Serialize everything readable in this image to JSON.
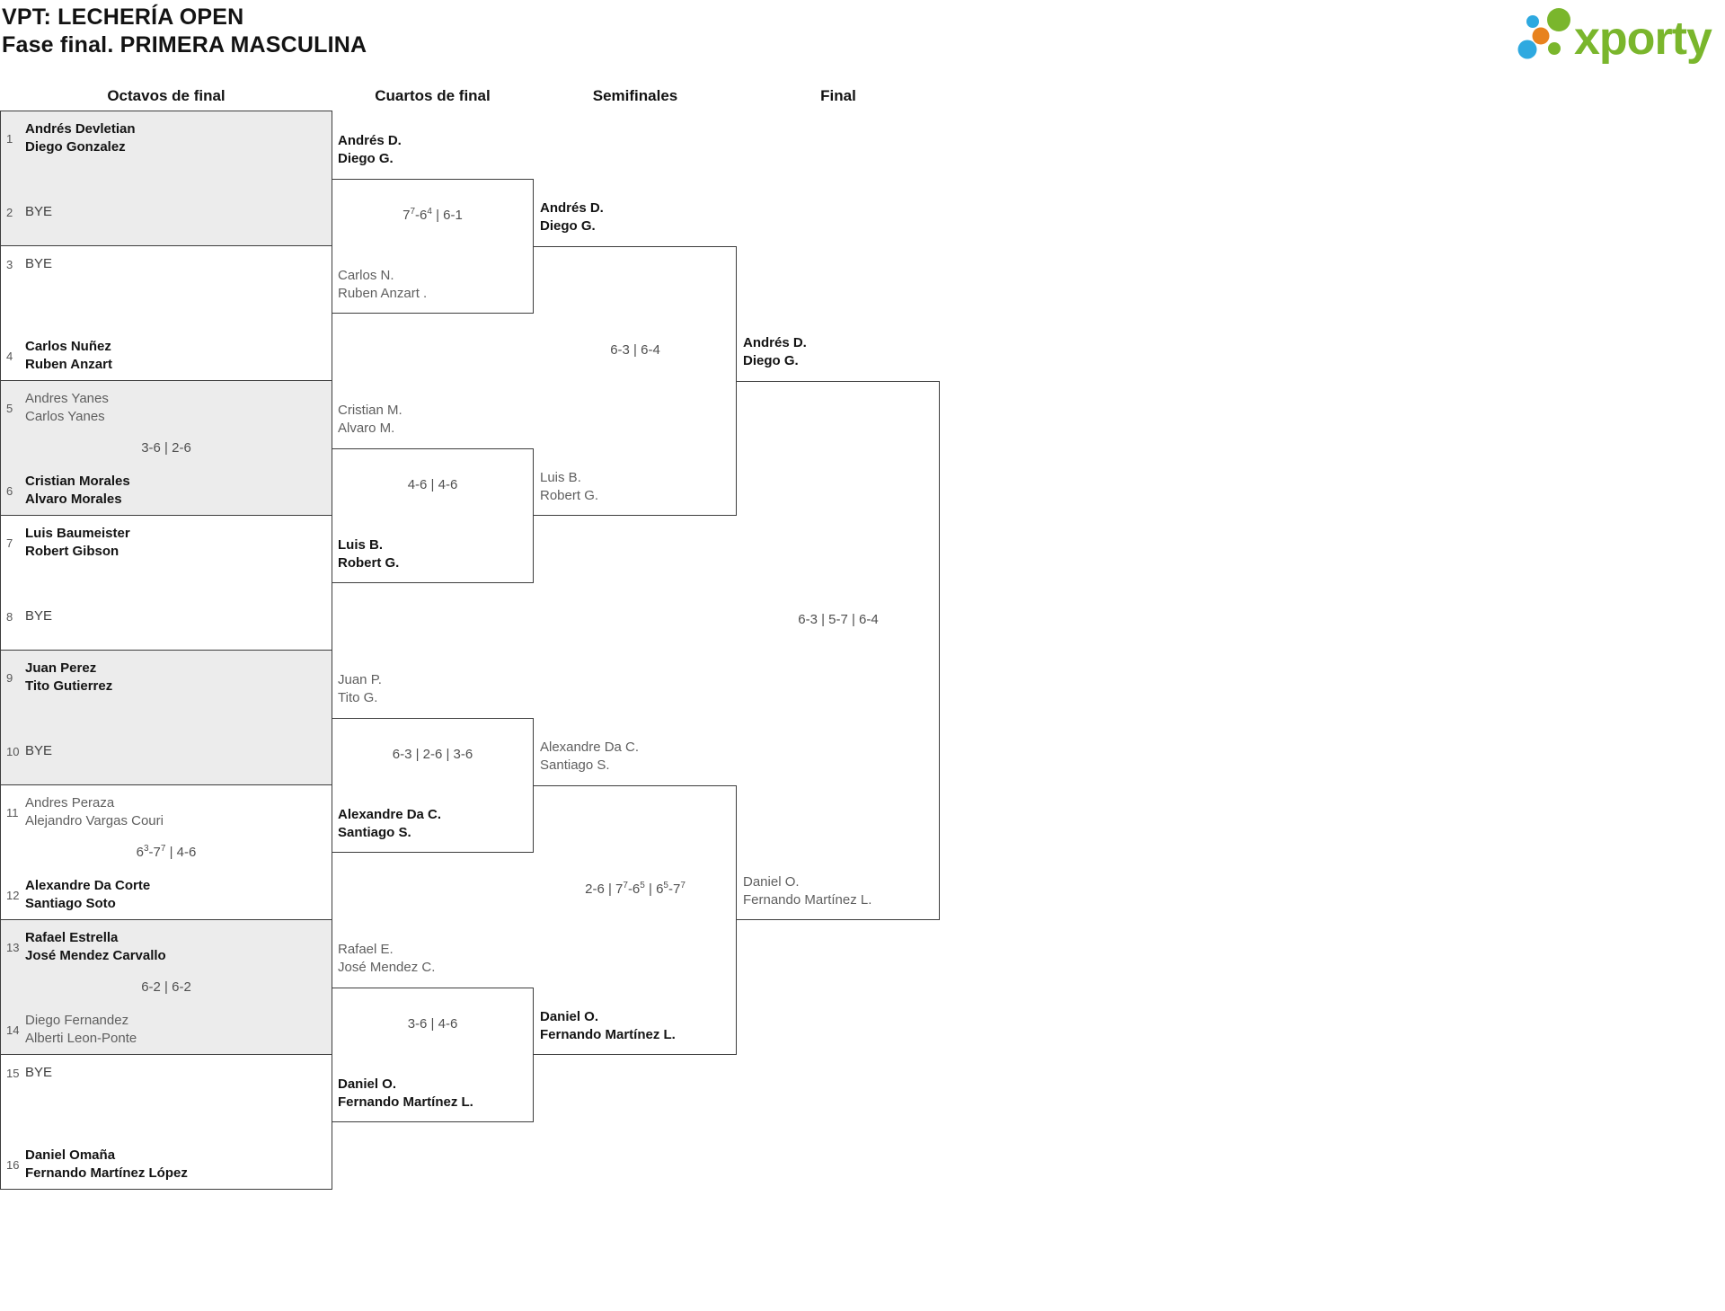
{
  "title": {
    "line1": "VPT: LECHERÍA OPEN",
    "line2": "Fase final. PRIMERA MASCULINA"
  },
  "logo": {
    "text": "xporty",
    "green": "#7ab62c",
    "blue": "#2ea9e0",
    "orange": "#e8821e"
  },
  "round_headers": [
    "Octavos de final",
    "Cuartos de final",
    "Semifinales",
    "Final"
  ],
  "colors": {
    "box_gray": "#ececec",
    "border": "#3d3d3d",
    "winner": "#141414",
    "loser": "#5f5f5f",
    "bye": "#3f3f3f",
    "seed": "#565656",
    "score": "#4f4f4f"
  },
  "rounds": {
    "r16": [
      {
        "score": null,
        "entrants": [
          {
            "seed": "1",
            "lines": [
              "Andrés Devletian",
              "Diego Gonzalez"
            ],
            "style": "winner"
          },
          {
            "seed": "2",
            "lines": [
              "BYE"
            ],
            "style": "bye"
          }
        ]
      },
      {
        "score": null,
        "entrants": [
          {
            "seed": "3",
            "lines": [
              "BYE"
            ],
            "style": "bye"
          },
          {
            "seed": "4",
            "lines": [
              "Carlos Nuñez",
              "Ruben Anzart"
            ],
            "style": "winner"
          }
        ]
      },
      {
        "score": "3-6 | 2-6",
        "entrants": [
          {
            "seed": "5",
            "lines": [
              "Andres Yanes",
              "Carlos Yanes"
            ],
            "style": "loser"
          },
          {
            "seed": "6",
            "lines": [
              "Cristian Morales",
              "Alvaro Morales"
            ],
            "style": "winner"
          }
        ]
      },
      {
        "score": null,
        "entrants": [
          {
            "seed": "7",
            "lines": [
              "Luis Baumeister",
              "Robert Gibson"
            ],
            "style": "winner"
          },
          {
            "seed": "8",
            "lines": [
              "BYE"
            ],
            "style": "bye"
          }
        ]
      },
      {
        "score": null,
        "entrants": [
          {
            "seed": "9",
            "lines": [
              "Juan Perez",
              "Tito Gutierrez"
            ],
            "style": "winner"
          },
          {
            "seed": "10",
            "lines": [
              "BYE"
            ],
            "style": "bye"
          }
        ]
      },
      {
        "score": "6^3-7^7 | 4-6",
        "entrants": [
          {
            "seed": "11",
            "lines": [
              "Andres Peraza",
              "Alejandro Vargas Couri"
            ],
            "style": "loser"
          },
          {
            "seed": "12",
            "lines": [
              "Alexandre Da Corte",
              "Santiago Soto"
            ],
            "style": "winner"
          }
        ]
      },
      {
        "score": "6-2 | 6-2",
        "entrants": [
          {
            "seed": "13",
            "lines": [
              "Rafael Estrella",
              "José Mendez Carvallo"
            ],
            "style": "winner"
          },
          {
            "seed": "14",
            "lines": [
              "Diego Fernandez",
              "Alberti Leon-Ponte"
            ],
            "style": "loser"
          }
        ]
      },
      {
        "score": null,
        "entrants": [
          {
            "seed": "15",
            "lines": [
              "BYE"
            ],
            "style": "bye"
          },
          {
            "seed": "16",
            "lines": [
              "Daniel Omaña",
              "Fernando Martínez López"
            ],
            "style": "winner"
          }
        ]
      }
    ],
    "qf": [
      {
        "score": "7^7-6^4 | 6-1",
        "entrants": [
          {
            "lines": [
              "Andrés D.",
              "Diego G."
            ],
            "style": "winner"
          },
          {
            "lines": [
              "Carlos N.",
              "Ruben Anzart ."
            ],
            "style": "loser"
          }
        ]
      },
      {
        "score": "4-6 | 4-6",
        "entrants": [
          {
            "lines": [
              "Cristian M.",
              "Alvaro M."
            ],
            "style": "loser"
          },
          {
            "lines": [
              "Luis B.",
              "Robert G."
            ],
            "style": "winner"
          }
        ]
      },
      {
        "score": "6-3 | 2-6 | 3-6",
        "entrants": [
          {
            "lines": [
              "Juan P.",
              "Tito G."
            ],
            "style": "loser"
          },
          {
            "lines": [
              "Alexandre Da C.",
              "Santiago S."
            ],
            "style": "winner"
          }
        ]
      },
      {
        "score": "3-6 | 4-6",
        "entrants": [
          {
            "lines": [
              "Rafael E.",
              "José Mendez C."
            ],
            "style": "loser"
          },
          {
            "lines": [
              "Daniel O.",
              "Fernando Martínez L."
            ],
            "style": "winner"
          }
        ]
      }
    ],
    "sf": [
      {
        "score": "6-3 | 6-4",
        "entrants": [
          {
            "lines": [
              "Andrés D.",
              "Diego G."
            ],
            "style": "winner"
          },
          {
            "lines": [
              "Luis B.",
              "Robert G."
            ],
            "style": "loser"
          }
        ]
      },
      {
        "score": "2-6 | 7^7-6^5 | 6^5-7^7",
        "entrants": [
          {
            "lines": [
              "Alexandre Da C.",
              "Santiago S."
            ],
            "style": "loser"
          },
          {
            "lines": [
              "Daniel O.",
              "Fernando Martínez L."
            ],
            "style": "winner"
          }
        ]
      }
    ],
    "final": [
      {
        "score": "6-3 | 5-7 | 6-4",
        "entrants": [
          {
            "lines": [
              "Andrés D.",
              "Diego G."
            ],
            "style": "winner"
          },
          {
            "lines": [
              "Daniel O.",
              "Fernando Martínez L."
            ],
            "style": "loser"
          }
        ]
      }
    ]
  }
}
